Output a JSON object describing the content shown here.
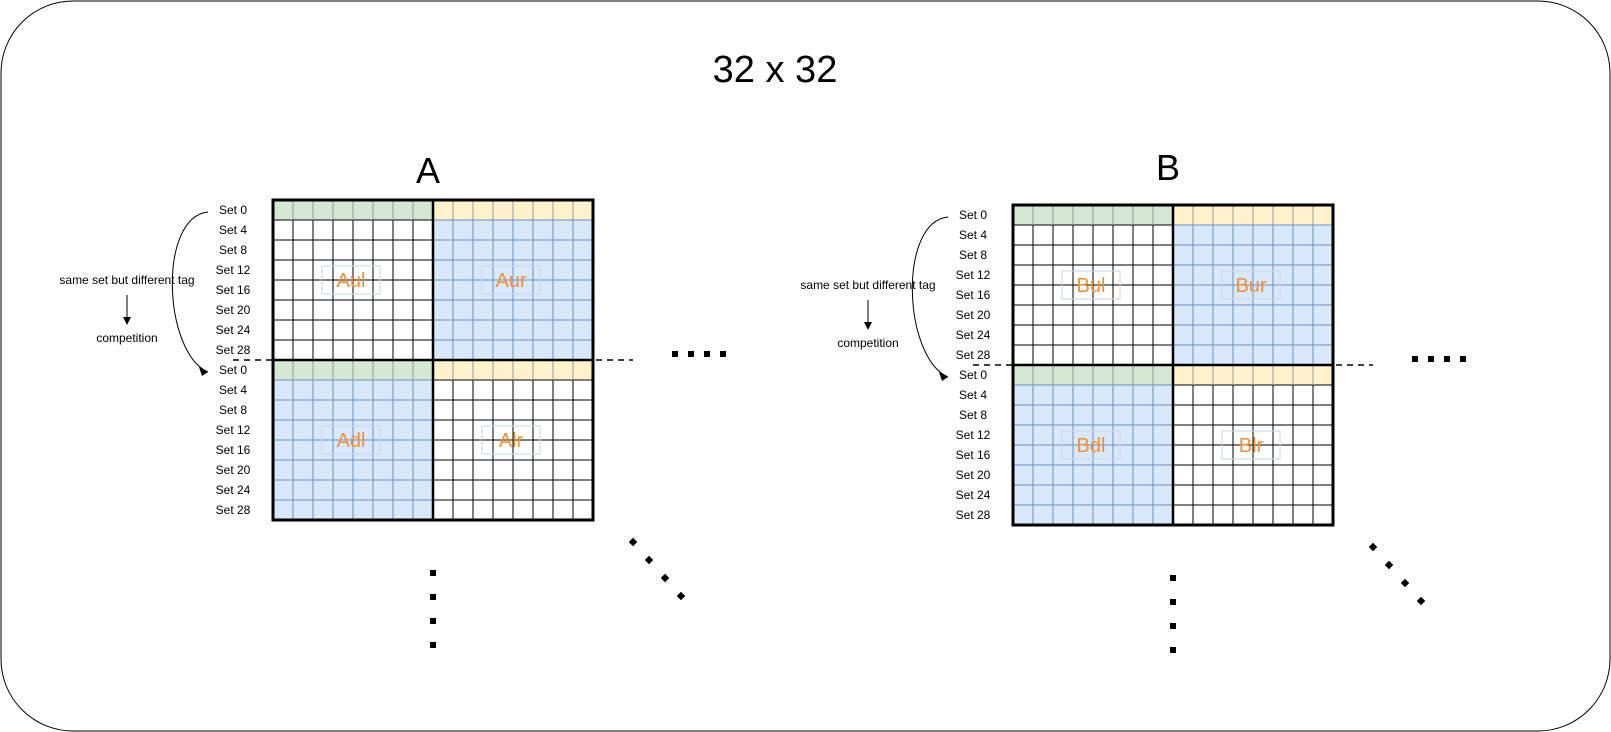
{
  "title": "32 x 32",
  "colors": {
    "tag_row": "#d5e8d4",
    "tag_row_alt": "#fff2cc",
    "cached": "#dae8fc",
    "grid_line_cached": "#6c8ebf",
    "label": "#f0913a",
    "border": "#000000"
  },
  "set_labels": [
    "Set 0",
    "Set 4",
    "Set 8",
    "Set 12",
    "Set 16",
    "Set 20",
    "Set 24",
    "Set 28"
  ],
  "annotation": {
    "text": "same set but different tag",
    "result": "competition"
  },
  "matrices": [
    {
      "name": "A",
      "quadrants": [
        {
          "label": "Aul",
          "pos": "upper-left",
          "fill": "white",
          "top_row": "green"
        },
        {
          "label": "Aur",
          "pos": "upper-right",
          "fill": "blue",
          "top_row": "yellow"
        },
        {
          "label": "Adl",
          "pos": "lower-left",
          "fill": "blue",
          "top_row": "green"
        },
        {
          "label": "Alr",
          "pos": "lower-right",
          "fill": "white",
          "top_row": "yellow"
        }
      ]
    },
    {
      "name": "B",
      "quadrants": [
        {
          "label": "Bul",
          "pos": "upper-left",
          "fill": "white",
          "top_row": "green"
        },
        {
          "label": "Bur",
          "pos": "upper-right",
          "fill": "blue",
          "top_row": "yellow"
        },
        {
          "label": "Bdl",
          "pos": "lower-left",
          "fill": "blue",
          "top_row": "green"
        },
        {
          "label": "Blr",
          "pos": "lower-right",
          "fill": "white",
          "top_row": "yellow"
        }
      ]
    }
  ]
}
